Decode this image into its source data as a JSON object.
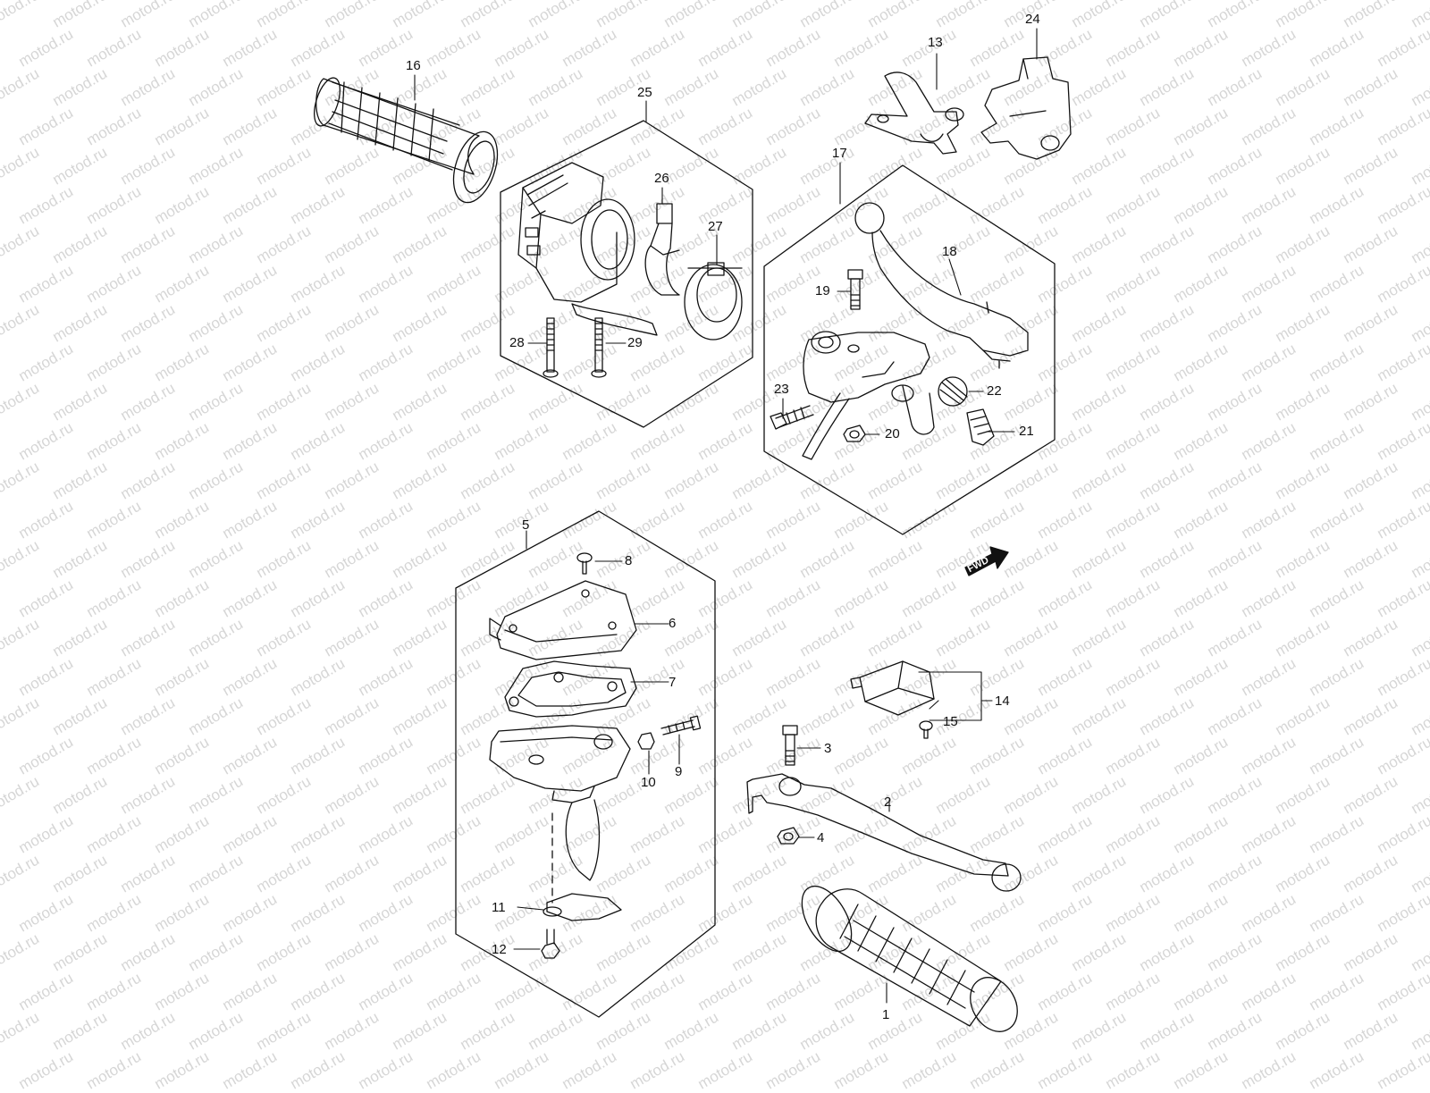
{
  "watermark": "motod.ru",
  "direction_marker": "FWD",
  "callouts": {
    "p1": "1",
    "p2": "2",
    "p3": "3",
    "p4": "4",
    "p5": "5",
    "p6": "6",
    "p7": "7",
    "p8": "8",
    "p9": "9",
    "p10": "10",
    "p11": "11",
    "p12": "12",
    "p13": "13",
    "p14": "14",
    "p15": "15",
    "p16": "16",
    "p17": "17",
    "p18": "18",
    "p19": "19",
    "p20": "20",
    "p21": "21",
    "p22": "22",
    "p23": "23",
    "p24": "24",
    "p25": "25",
    "p26": "26",
    "p27": "27",
    "p28": "28",
    "p29": "29"
  }
}
